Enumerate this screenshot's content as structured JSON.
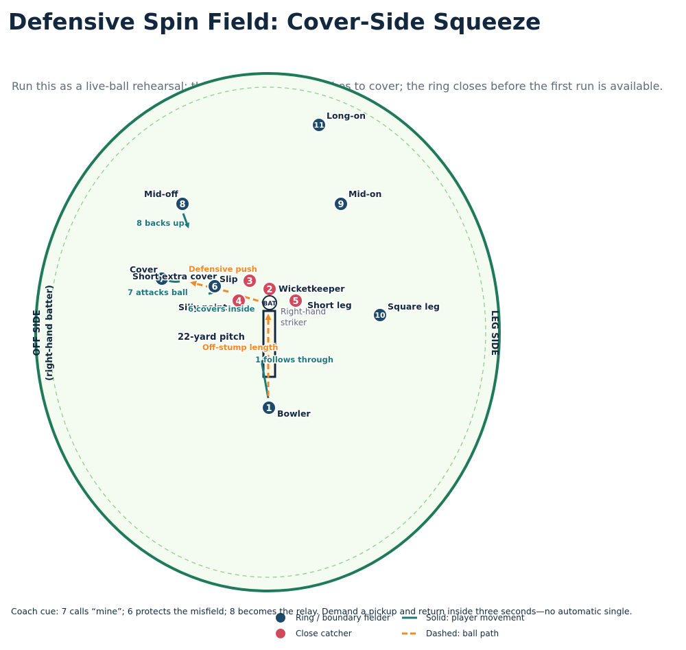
{
  "title": "Defensive Spin Field: Cover-Side Squeeze",
  "subtitle": "Run this as a live-ball rehearsal: the batter defends or pushes to cover; the ring closes before the first run is available.",
  "coach_cue": "Coach cue: 7 calls “mine”; 6 protects the misfield; 8 becomes the relay. Demand a pickup and return inside three seconds—no automatic single.",
  "colors": {
    "ring_fielder": "#1d4a6b",
    "close_catcher": "#d1495b",
    "movement": "#1c7a7a",
    "ball_path": "#f08a24",
    "boundary": "#1f7a5a",
    "field_fill": "#f4fbf1",
    "inner_ring": "#8fcf8a"
  },
  "sides": {
    "off": "OFF SIDE",
    "off_sub": "(right-hand batter)",
    "leg": "LEG SIDE"
  },
  "pitch": {
    "label": "22-yard pitch",
    "bat": "BAT",
    "striker_line1": "Right-hand",
    "striker_line2": "striker"
  },
  "fielders": [
    {
      "num": "1",
      "name": "Bowler",
      "type": "ring"
    },
    {
      "num": "2",
      "name": "Wicketkeeper",
      "type": "catcher"
    },
    {
      "num": "3",
      "name": "Slip",
      "type": "catcher"
    },
    {
      "num": "4",
      "name": "Silly point",
      "type": "catcher"
    },
    {
      "num": "5",
      "name": "Short leg",
      "type": "catcher"
    },
    {
      "num": "6",
      "name": "Cover",
      "type": "ring"
    },
    {
      "num": "7",
      "name": "Short extra cover",
      "type": "ring"
    },
    {
      "num": "8",
      "name": "Mid-off",
      "type": "ring"
    },
    {
      "num": "9",
      "name": "Mid-on",
      "type": "ring"
    },
    {
      "num": "10",
      "name": "Square leg",
      "type": "ring"
    },
    {
      "num": "11",
      "name": "Long-on",
      "type": "ring"
    }
  ],
  "movements": {
    "m8": "8 backs up",
    "m7": "7 attacks ball",
    "m6": "6 covers inside",
    "m1": "1 follows through"
  },
  "ball_paths": {
    "push": "Defensive push",
    "length": "Off-stump length"
  },
  "legend": {
    "ring": "Ring / boundary fielder",
    "close": "Close catcher",
    "solid": "Solid: player movement",
    "dashed": "Dashed: ball path"
  }
}
